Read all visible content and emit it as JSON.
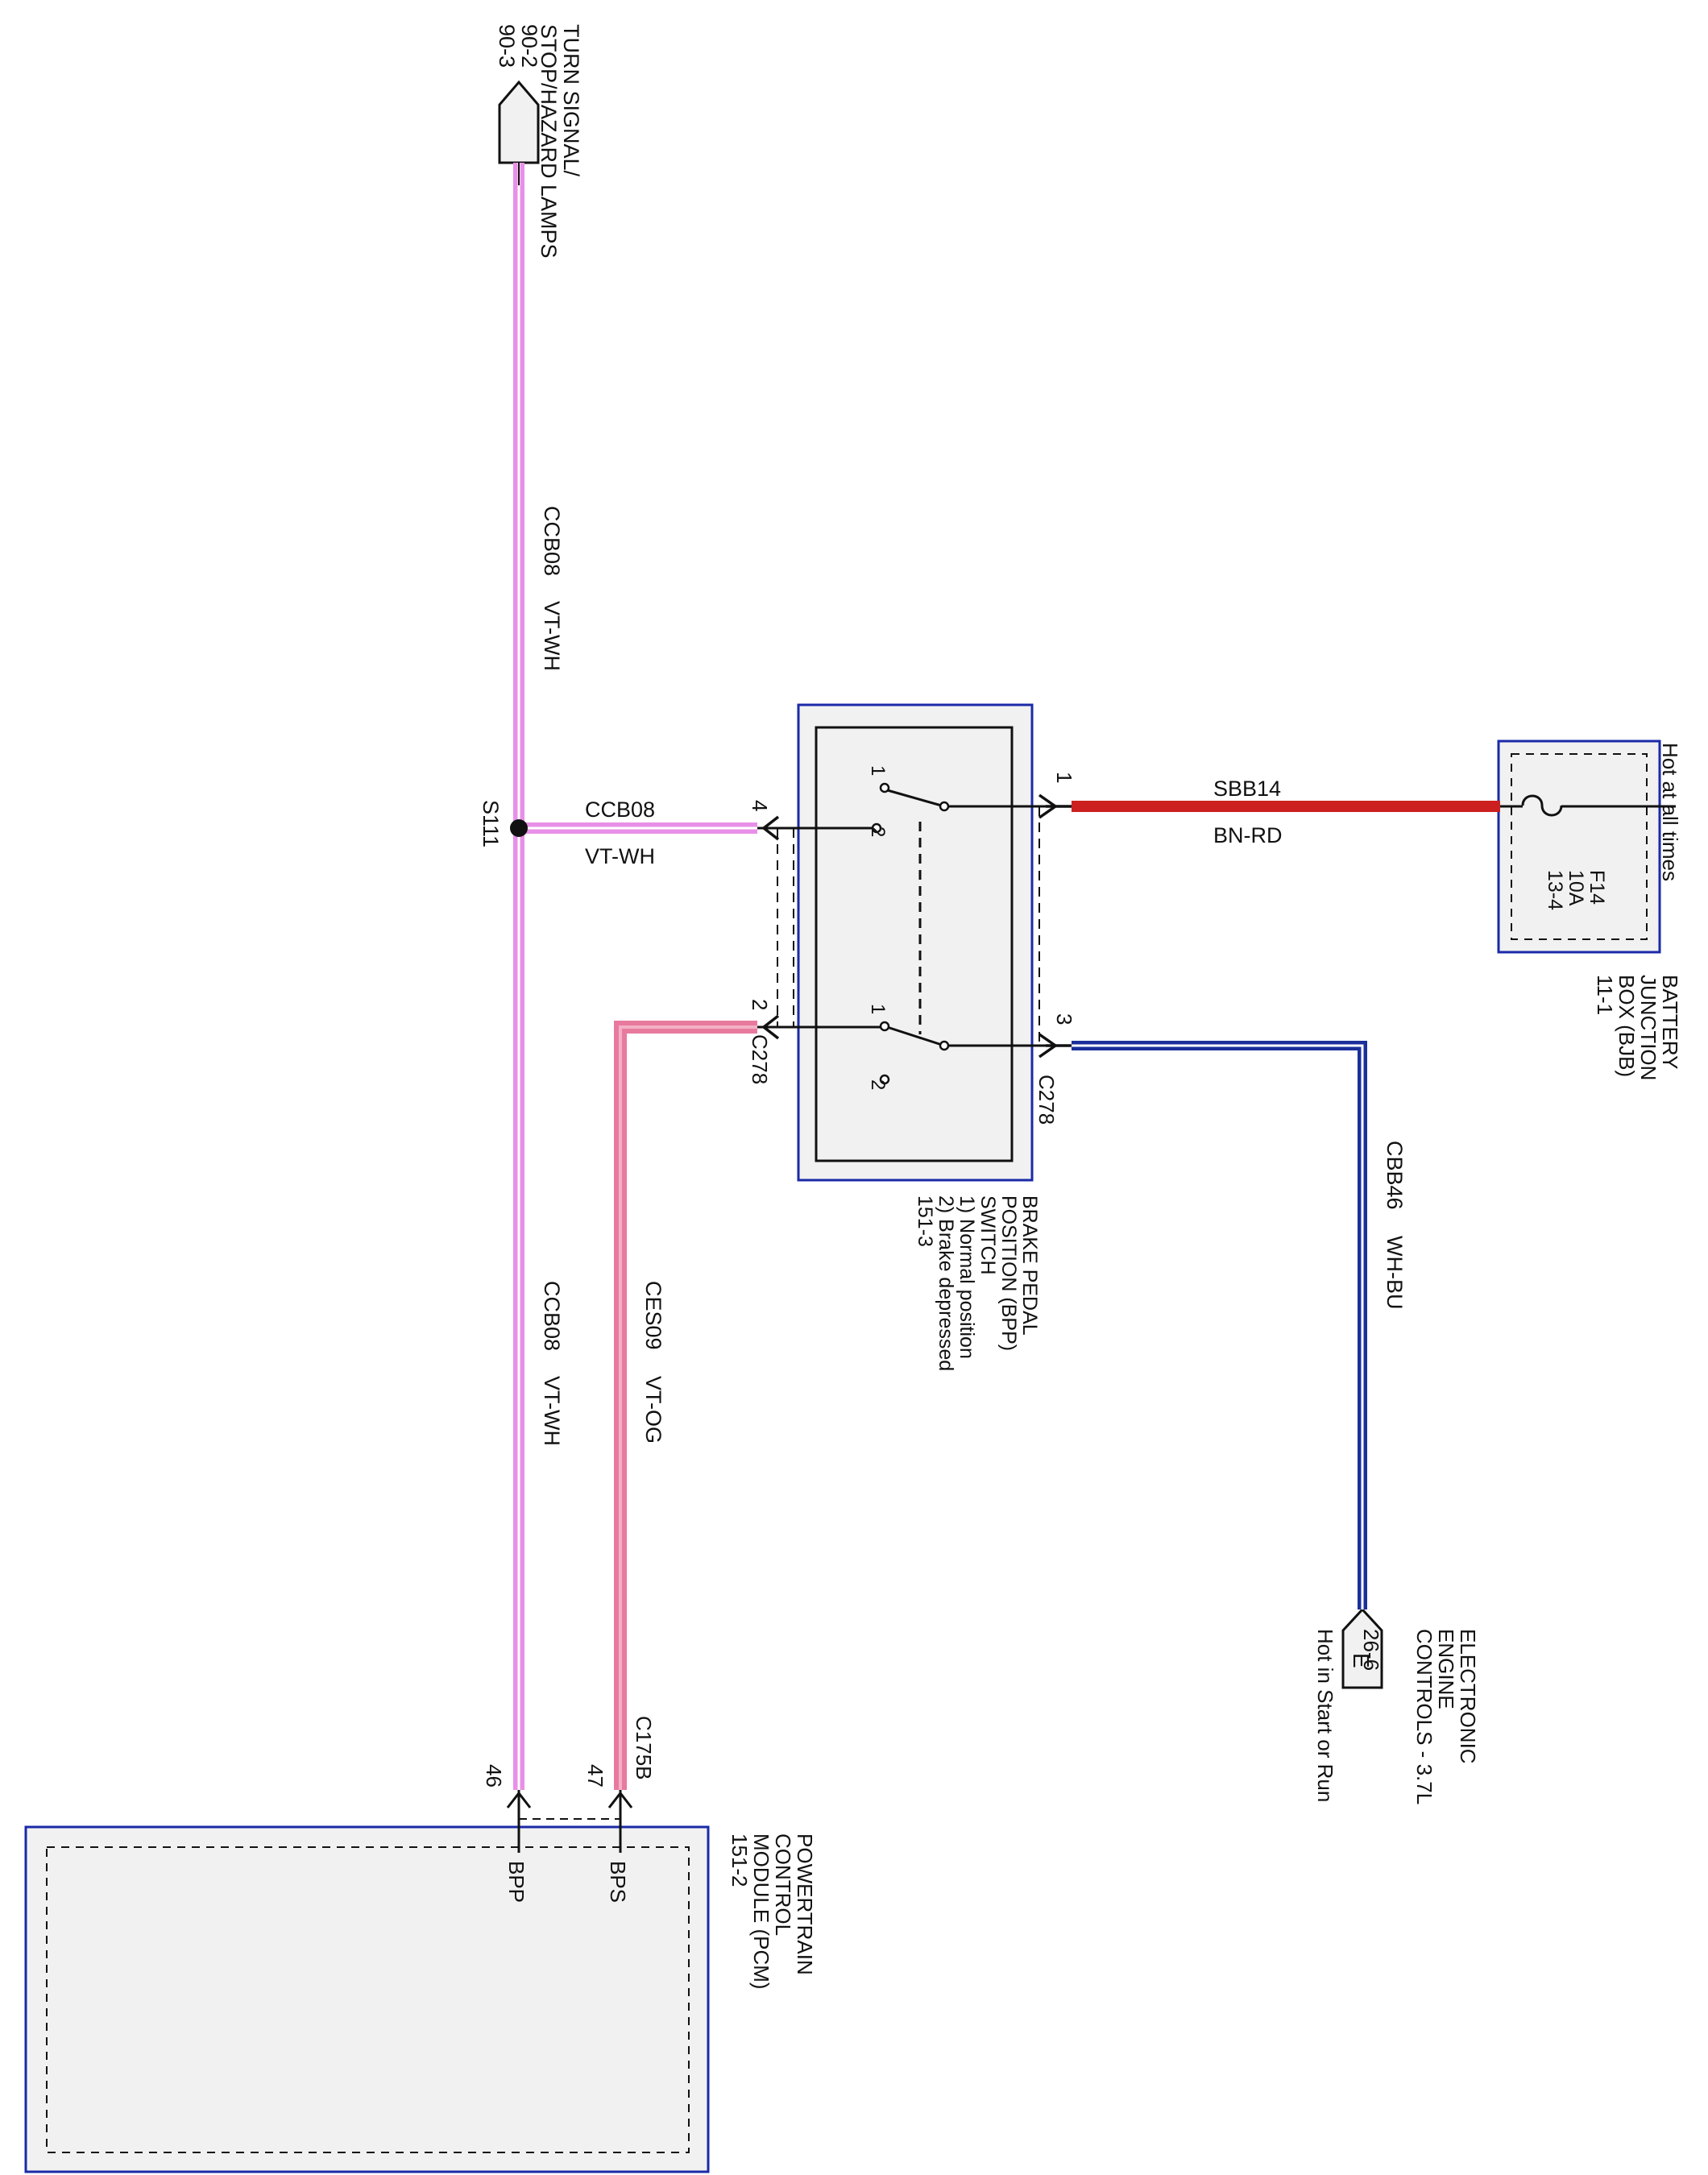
{
  "colors": {
    "violet_white_main": "#e890e8",
    "violet_white_stripe": "#ffffff",
    "violet_orange_main": "#e87a9e",
    "violet_orange_stripe": "#f3b0c6",
    "brown_red": "#cc2020",
    "white_blue_main": "#1a2f9a",
    "white_blue_stripe": "#ffffff",
    "component_border": "#1a2aa8",
    "component_fill": "#f1f1f1",
    "line": "#111111"
  },
  "turn_signal": {
    "label": [
      "TURN SIGNAL/",
      "STOP/HAZARD LAMPS"
    ],
    "refs": [
      "90-2",
      "90-3"
    ]
  },
  "battery_junction_box": {
    "label": [
      "BATTERY",
      "JUNCTION",
      "BOX (BJB)",
      "11-1"
    ],
    "status": "Hot at all times",
    "fuse": [
      "F14",
      "10A",
      "13-4"
    ]
  },
  "bpp_switch": {
    "label": [
      "BRAKE PEDAL",
      "POSITION (BPP)",
      "SWITCH",
      "1) Normal position",
      "2) Brake depressed",
      "151-3"
    ],
    "pin_1": "1",
    "pin_2": "2",
    "pin_3": "3",
    "pin_4": "4",
    "contact_1": "1",
    "contact_2": "2",
    "connector": "C278"
  },
  "electronic_engine_controls": {
    "label": [
      "ELECTRONIC",
      "ENGINE",
      "CONTROLS - 3.7L",
      "26-6"
    ],
    "status": "Hot in Start or Run",
    "symbol": "E"
  },
  "pcm": {
    "label": [
      "POWERTRAIN",
      "CONTROL",
      "MODULE (PCM)",
      "151-2"
    ],
    "connector": "C175B",
    "pin_46": "46",
    "pin_47": "47",
    "signal_bpp": "BPP",
    "signal_bps": "BPS"
  },
  "splice": {
    "label": "S111"
  },
  "wires": {
    "ccb08_circuit": "CCB08",
    "ccb08_color": "VT-WH",
    "sbb14_circuit": "SBB14",
    "sbb14_color": "BN-RD",
    "cbb46_circuit": "CBB46",
    "cbb46_color": "WH-BU",
    "ces09_circuit": "CES09",
    "ces09_color": "VT-OG"
  }
}
